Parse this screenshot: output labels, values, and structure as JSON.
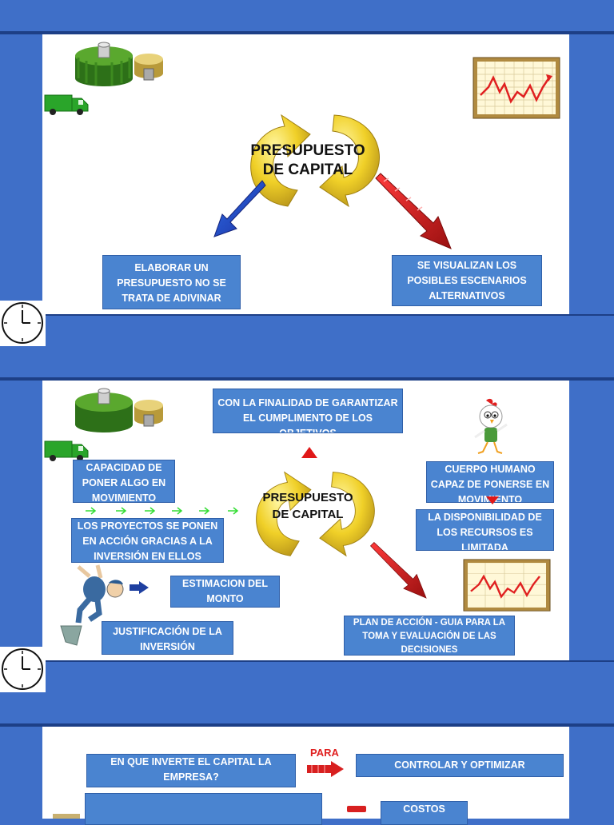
{
  "slide1": {
    "title_line1": "PRESUPUESTO",
    "title_line2": "DE CAPITAL",
    "box_left": "ELABORAR UN PRESUPUESTO NO SE TRATA DE ADIVINAR",
    "box_right": "SE VISUALIZAN LOS POSIBLES ESCENARIOS ALTERNATIVOS"
  },
  "slide2": {
    "title_line1": "PRESUPUESTO",
    "title_line2": "DE CAPITAL",
    "box_top": "CON LA FINALIDAD DE GARANTIZAR EL CUMPLIMENTO DE LOS OBJETIVOS",
    "box_capacidad": "CAPACIDAD DE PONER ALGO EN MOVIMIENTO",
    "box_proyectos": "LOS PROYECTOS SE PONEN EN ACCIÓN GRACIAS A LA INVERSIÓN  EN ELLOS",
    "box_estimacion": "ESTIMACION DEL MONTO",
    "box_justificacion": "JUSTIFICACIÓN DE  LA INVERSIÓN",
    "box_cuerpo": "CUERPO HUMANO CAPAZ DE PONERSE EN MOVIMIENTO",
    "box_disponibilidad": "LA DISPONIBILIDAD DE LOS RECURSOS ES LIMITADA",
    "box_plan": "PLAN DE ACCIÓN  - GUIA PARA LA TOMA  Y EVALUACIÓN DE LAS DECISIONES"
  },
  "slide3": {
    "box_pregunta": "EN QUE INVERTE EL CAPITAL LA EMPRESA?",
    "para_label": "PARA",
    "box_controlar": "CONTROLAR Y OPTIMIZAR",
    "box_costos": "COSTOS"
  },
  "colors": {
    "background": "#3f6fc8",
    "box_fill": "#4a84d0",
    "panel": "#ffffff",
    "gear_green": "#3d8a1f",
    "gold": "#e6c21e",
    "blue_arrow": "#2a4fd0",
    "red_arrow": "#d82020",
    "truck": "#2aa52a"
  }
}
